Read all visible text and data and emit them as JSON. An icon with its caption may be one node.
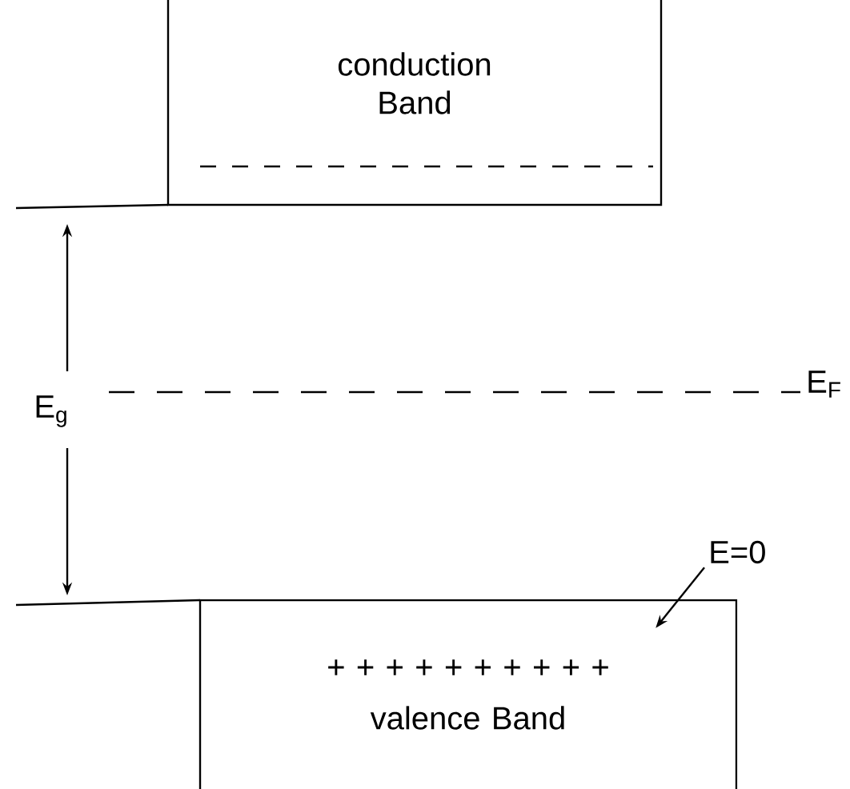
{
  "diagram": {
    "nodes": [
      {
        "text": [
          "conduction Band"
        ]
      },
      {
        "text": [
          "+ + + + + + + + + +",
          "valence Band"
        ]
      },
      {
        "text": [
          "E=0"
        ]
      }
    ],
    "edges": [
      {
        "from": 2,
        "to": 1,
        "arrow": "to"
      }
    ],
    "labels": [
      "E$_{g}$",
      "E$_{F}$"
    ]
  }
}
